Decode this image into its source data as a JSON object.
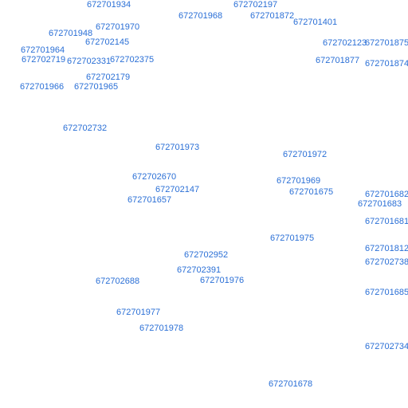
{
  "map": {
    "label_color": "#2a6fd6",
    "background": "#ffffff",
    "labels": [
      "672701934",
      "672702197",
      "672701968",
      "672701872",
      "672701401",
      "672701970",
      "672701948",
      "672702145",
      "672702123",
      "672701875",
      "672701964",
      "672702719",
      "672702331",
      "672702375",
      "672701877",
      "672701874",
      "672702179",
      "672701966",
      "672701965",
      "672702732",
      "672701973",
      "672701972",
      "672702670",
      "672701969",
      "672702147",
      "672701675",
      "672701682",
      "672701657",
      "672701683",
      "672701681",
      "672701975",
      "672701812",
      "672702952",
      "672702738",
      "672702391",
      "672702688",
      "672701976",
      "672701685",
      "672701977",
      "672701978",
      "672702734",
      "672701678"
    ]
  }
}
